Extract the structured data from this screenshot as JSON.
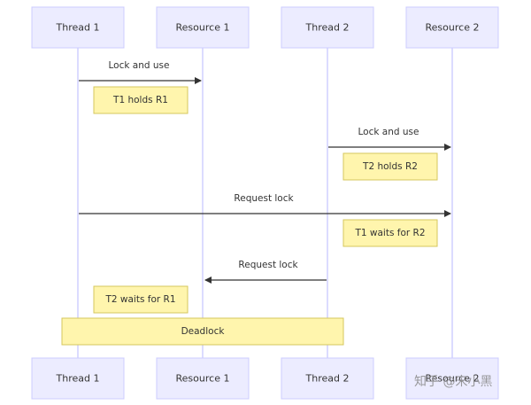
{
  "actors": [
    {
      "id": "thread1",
      "label": "Thread 1"
    },
    {
      "id": "resource1",
      "label": "Resource 1"
    },
    {
      "id": "thread2",
      "label": "Thread 2"
    },
    {
      "id": "resource2",
      "label": "Resource 2"
    }
  ],
  "messages": [
    {
      "text": "Lock and use",
      "from": "thread1",
      "to": "resource1"
    },
    {
      "text": "Lock and use",
      "from": "thread2",
      "to": "resource2"
    },
    {
      "text": "Request lock",
      "from": "thread1",
      "to": "resource2"
    },
    {
      "text": "Request lock",
      "from": "thread2",
      "to": "resource1"
    }
  ],
  "notes": [
    {
      "text": "T1 holds R1",
      "over": "thread1"
    },
    {
      "text": "T2 holds R2",
      "over": "thread2"
    },
    {
      "text": "T1 waits for R2",
      "over": "thread2"
    },
    {
      "text": "T2 waits for R1",
      "over": "thread1"
    },
    {
      "text": "Deadlock",
      "over": "thread1,thread2"
    }
  ],
  "watermark": {
    "text": "知乎 @宋小黑"
  },
  "colors": {
    "actor_fill": "#ECECFF",
    "actor_border": "#CCCCFF",
    "note_fill": "#FFF5AD",
    "note_border": "#D6C75D",
    "message_line": "#333333"
  }
}
